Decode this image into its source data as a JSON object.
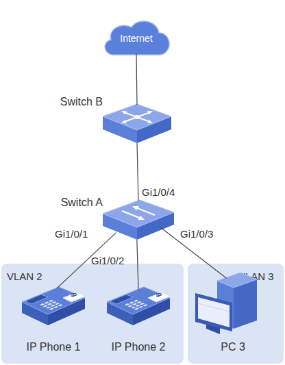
{
  "diagram": {
    "nodes": [
      {
        "text": [
          "Internet"
        ]
      },
      {
        "text": [
          "Switch B"
        ]
      },
      {
        "text": [
          "Switch A"
        ]
      },
      {
        "text": [
          "VLAN 2"
        ]
      },
      {
        "text": [
          "IP Phone 1"
        ],
        "in": 3
      },
      {
        "text": [
          "IP Phone 2"
        ],
        "in": 3
      },
      {
        "text": [
          "VLAN 3"
        ]
      },
      {
        "text": [
          "PC 3"
        ],
        "in": 6
      }
    ],
    "edges": [
      {
        "from": 0,
        "to": 1,
        "arrow": "none"
      },
      {
        "from": 1,
        "to": 2,
        "arrow": "none",
        "label": "Gi1/0/4"
      },
      {
        "from": 2,
        "to": 4,
        "arrow": "none",
        "label": "Gi1/0/1"
      },
      {
        "from": 2,
        "to": 5,
        "arrow": "none",
        "label": "Gi1/0/2"
      },
      {
        "from": 2,
        "to": 7,
        "arrow": "none",
        "label": "Gi1/0/3"
      }
    ],
    "labels": [
      "IP",
      "IP"
    ]
  }
}
